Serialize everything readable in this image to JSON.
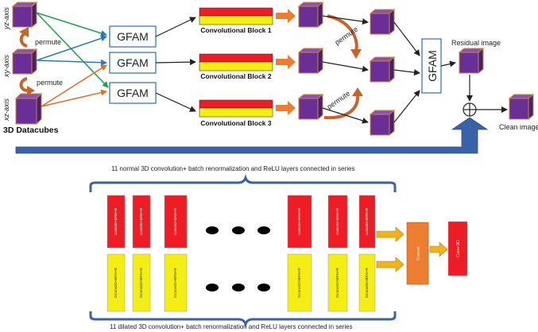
{
  "top": {
    "axes": {
      "yz": "yz-axis",
      "xy": "xy-axis",
      "xz": "xz-axis"
    },
    "permute": "permute",
    "datacubes_label": "3D Datacubes",
    "gfam": "GFAM",
    "conv_blocks": [
      "Convolutional Block 1",
      "Convolutional Block 2",
      "Convolutional Block 3"
    ],
    "residual_label": "Residual image",
    "clean_label": "Clean image"
  },
  "bottom": {
    "top_caption": "11 normal 3D convolution+ batch renormalization and    ReLU layers connected in series",
    "bottom_caption": "11 dilated 3D convolution+ batch renormalization and   ReLU layers connected in series",
    "conv_layer_label": "Conv3D+BRN+R",
    "dconv_layer_label": "DConv3D+BRN+R",
    "concat_label": "Concat",
    "final_label": "Conv-3D"
  },
  "colors": {
    "cube_front": "#6a2f96",
    "cube_top": "#8a52b4",
    "cube_side": "#4b1f70",
    "cube_edge": "#c9852a",
    "red": "#ee1c25",
    "yellow": "#f4ee14",
    "orange": "#ed7d31",
    "blue": "#3a62a8",
    "gold": "#f2b21a"
  }
}
